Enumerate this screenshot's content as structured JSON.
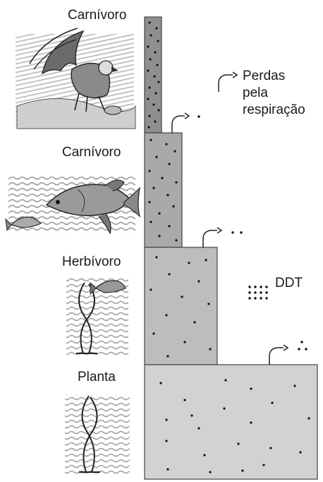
{
  "levels": [
    {
      "label": "Carnívoro",
      "illustration": "bird-of-prey-illustration",
      "dot_density": "high"
    },
    {
      "label": "Carnívoro",
      "illustration": "fish-illustration",
      "dot_density": "medium-high"
    },
    {
      "label": "Herbívoro",
      "illustration": "small-fish-in-seaweed-illustration",
      "dot_density": "medium"
    },
    {
      "label": "Planta",
      "illustration": "seaweed-illustration",
      "dot_density": "low"
    }
  ],
  "legend": {
    "losses": [
      "Perdas",
      "pela",
      "respiração"
    ],
    "ddt": "DDT"
  },
  "colors": {
    "bar_fills": [
      "#8f8f8f",
      "#a9a9a9",
      "#bdbdbd",
      "#d2d2d2"
    ],
    "dot": "#111111",
    "stroke": "#444444"
  }
}
